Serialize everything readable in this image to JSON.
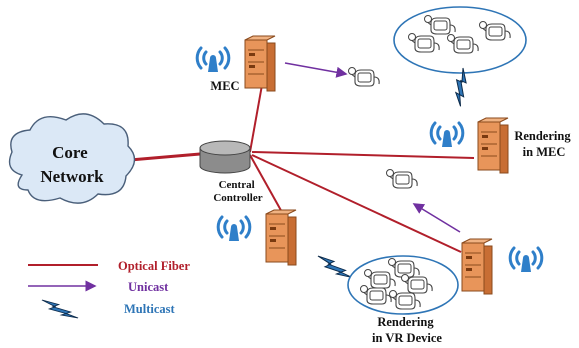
{
  "diagram": {
    "core_network": "Core\nNetwork",
    "central_controller": "Central\nController",
    "nodes": {
      "mec": "MEC",
      "rendering_in_mec": "Rendering\nin MEC",
      "rendering_in_vr": "Rendering\nin VR Device"
    },
    "legend": [
      {
        "label": "Optical Fiber",
        "color": "#b11f2b",
        "kind": "line"
      },
      {
        "label": "Unicast",
        "color": "#7030a0",
        "kind": "arrow"
      },
      {
        "label": "Multicast",
        "color": "#2e75b6",
        "kind": "zigzag"
      }
    ]
  },
  "colors": {
    "fiber": "#b11f2b",
    "unicast": "#7030a0",
    "multicast_bolt": "#2e75b6",
    "server": "#e8955a",
    "antenna": "#2f7fc9",
    "cloud_fill": "#dbe8f6",
    "ellipse_stroke": "#2e75b6"
  },
  "icons": [
    "cloud-icon",
    "database-icon",
    "server-icon",
    "antenna-icon",
    "vr-headset-icon",
    "lightning-bolt-icon"
  ]
}
